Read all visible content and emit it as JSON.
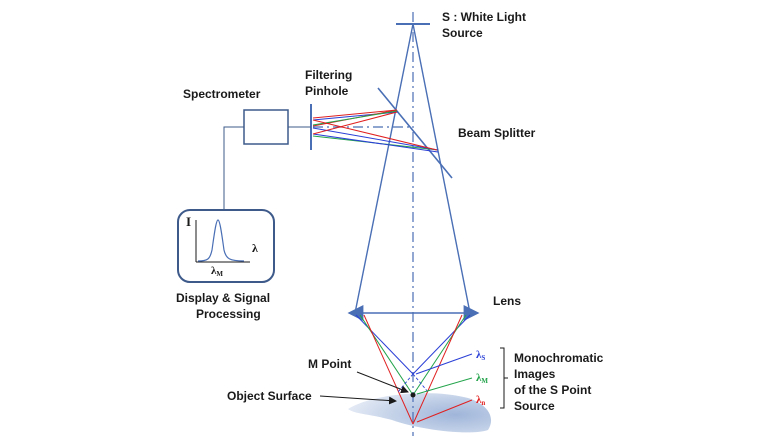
{
  "labels": {
    "source_line1": "S : White Light",
    "source_line2": "Source",
    "filtering_line1": "Filtering",
    "filtering_line2": "Pinhole",
    "spectrometer": "Spectrometer",
    "beam_splitter": "Beam Splitter",
    "lens": "Lens",
    "display_line1": "Display & Signal",
    "display_line2": "Processing",
    "m_point": "M Point",
    "object_surface": "Object Surface",
    "mono_line1": "Monochromatic",
    "mono_line2": "Images",
    "mono_line3": "of the S Point",
    "mono_line4": "Source"
  },
  "spectrum_plot": {
    "y_axis_label": "I",
    "x_axis_label": "λ",
    "peak_label": "λ",
    "peak_subscript": "M"
  },
  "wavelengths": [
    {
      "symbol": "λ",
      "subscript": "S",
      "color": "#2a3fd6"
    },
    {
      "symbol": "λ",
      "subscript": "M",
      "color": "#22a34a"
    },
    {
      "symbol": "λ",
      "subscript": "n",
      "color": "#e02020"
    }
  ],
  "colors": {
    "optics": "#4a6fb5",
    "surface": "#c9d6ea",
    "blue_ray": "#2a3fd6",
    "green_ray": "#22a34a",
    "red_ray": "#e02020"
  }
}
